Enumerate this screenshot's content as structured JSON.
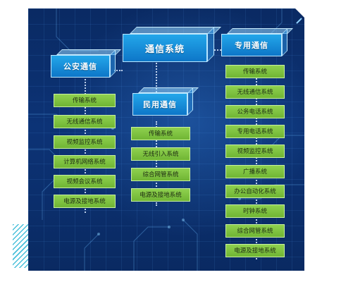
{
  "colors": {
    "panel_bg": "#0c3376",
    "cube_blue": "#1a8fdc",
    "item_green": "#7fc343",
    "stripe_cyan": "#35b9d6"
  },
  "root": {
    "label": "通信系统"
  },
  "branches": [
    {
      "label": "公安通信",
      "items": [
        "传输系统",
        "无线通信系统",
        "视频监控系统",
        "计算机网络系统",
        "视频会议系统",
        "电源及接地系统"
      ]
    },
    {
      "label": "民用通信",
      "items": [
        "传输系统",
        "无线引入系统",
        "综合网管系统",
        "电源及接地系统"
      ]
    },
    {
      "label": "专用通信",
      "items": [
        "传输系统",
        "无线通信系统",
        "公务电话系统",
        "专用电话系统",
        "视频监控系统",
        "广播系统",
        "办公自动化系统",
        "时钟系统",
        "综合网管系统",
        "电源及接地系统"
      ]
    }
  ]
}
